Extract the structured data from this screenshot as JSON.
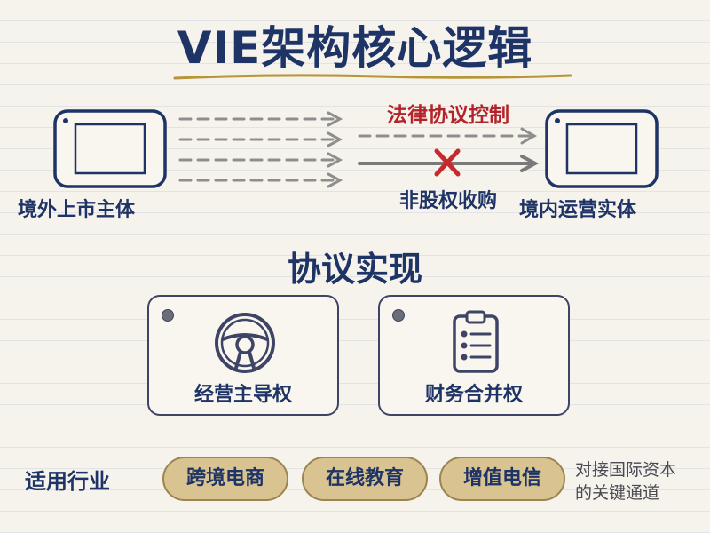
{
  "title": "VIE架构核心逻辑",
  "left_entity": {
    "label": "境外上市主体",
    "icon": "tablet-icon"
  },
  "right_entity": {
    "label": "境内运营实体",
    "icon": "tablet-icon"
  },
  "arrows": {
    "legal_control_label": "法律协议控制",
    "non_equity_label": "非股权收购",
    "blocked_icon": "x-mark-icon"
  },
  "section_title": "协议实现",
  "cards": [
    {
      "label": "经营主导权",
      "icon": "steering-wheel-icon"
    },
    {
      "label": "财务合并权",
      "icon": "clipboard-checklist-icon"
    }
  ],
  "industries": {
    "label": "适用行业",
    "items": [
      "跨境电商",
      "在线教育",
      "增值电信"
    ]
  },
  "side_note": {
    "line1": "对接国际资本",
    "line2": "的关键通道"
  },
  "colors": {
    "navy": "#1f3466",
    "red": "#b3242a",
    "gold": "#d9c390",
    "arrow_gray": "#8e8e8e",
    "paper": "#f6f3ec"
  }
}
